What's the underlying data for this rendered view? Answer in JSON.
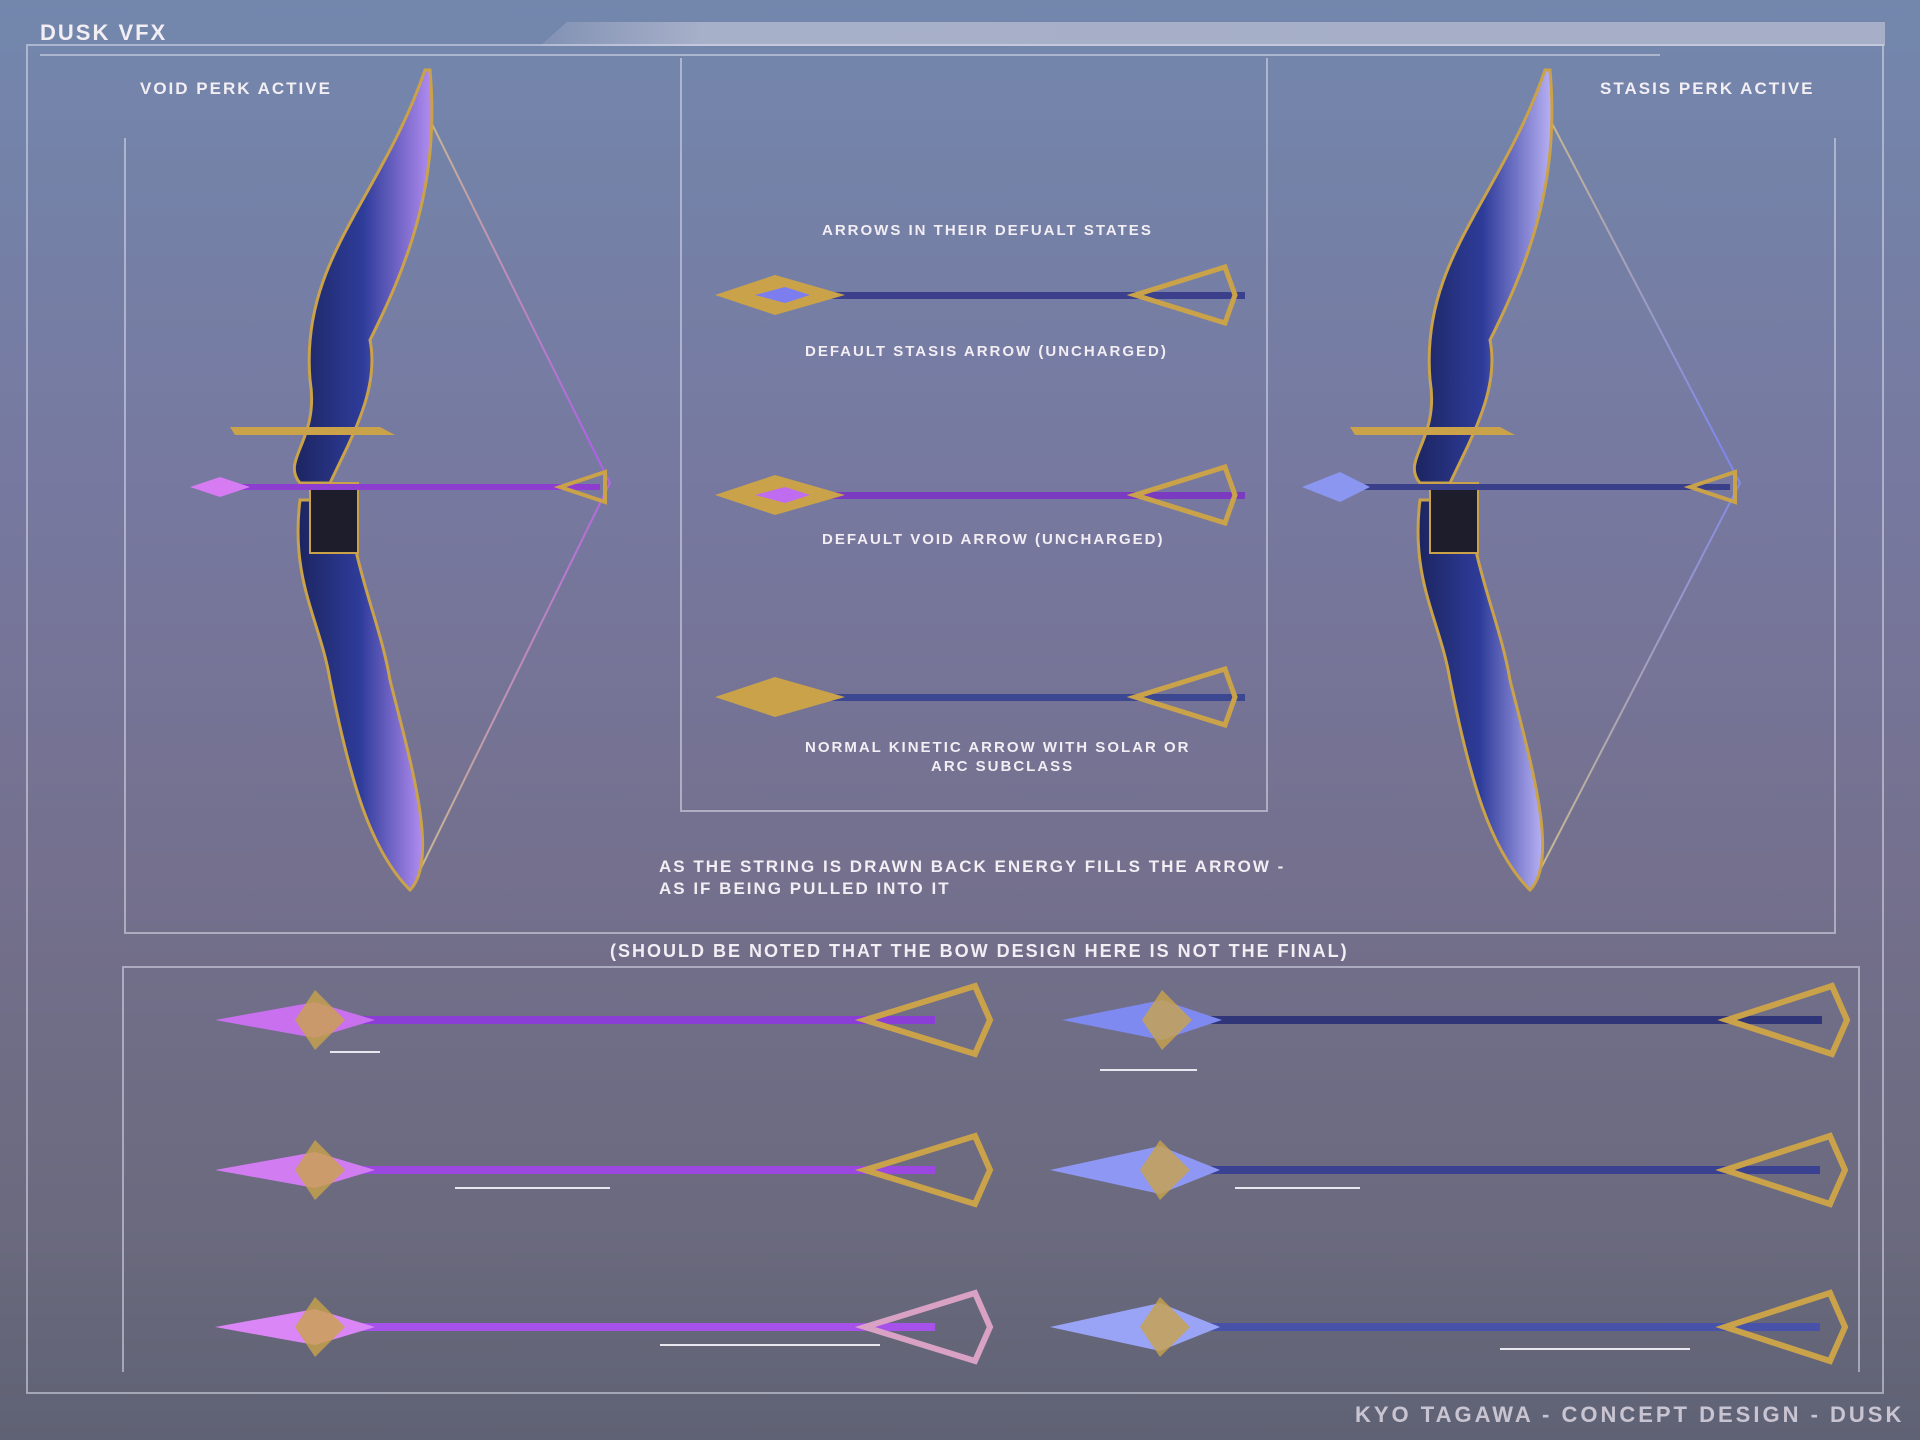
{
  "header": {
    "title": "DUSK VFX"
  },
  "bows": {
    "void_label": "VOID PERK ACTIVE",
    "stasis_label": "STASIS PERK ACTIVE"
  },
  "default_arrows": {
    "heading": "ARROWS IN THEIR DEFUALT STATES",
    "stasis_caption": "DEFAULT STASIS ARROW (UNCHARGED)",
    "void_caption": "DEFAULT VOID ARROW (UNCHARGED)",
    "kinetic_caption_line1": "NORMAL KINETIC ARROW WITH SOLAR OR",
    "kinetic_caption_line2": "ARC SUBCLASS"
  },
  "notes": {
    "energy_line1": "AS THE STRING IS DRAWN BACK ENERGY FILLS THE ARROW -",
    "energy_line2": "AS IF BEING PULLED INTO IT",
    "bow_disclaimer": "(SHOULD BE NOTED THAT THE BOW DESIGN HERE IS NOT THE FINAL)"
  },
  "footer": {
    "credit": "KYO TAGAWA - CONCEPT DESIGN - DUSK"
  },
  "colors": {
    "gold": "#c9a24a",
    "void_purple": "#9b45d6",
    "stasis_blue": "#6f7fe6",
    "bow_navy": "#24338a"
  }
}
